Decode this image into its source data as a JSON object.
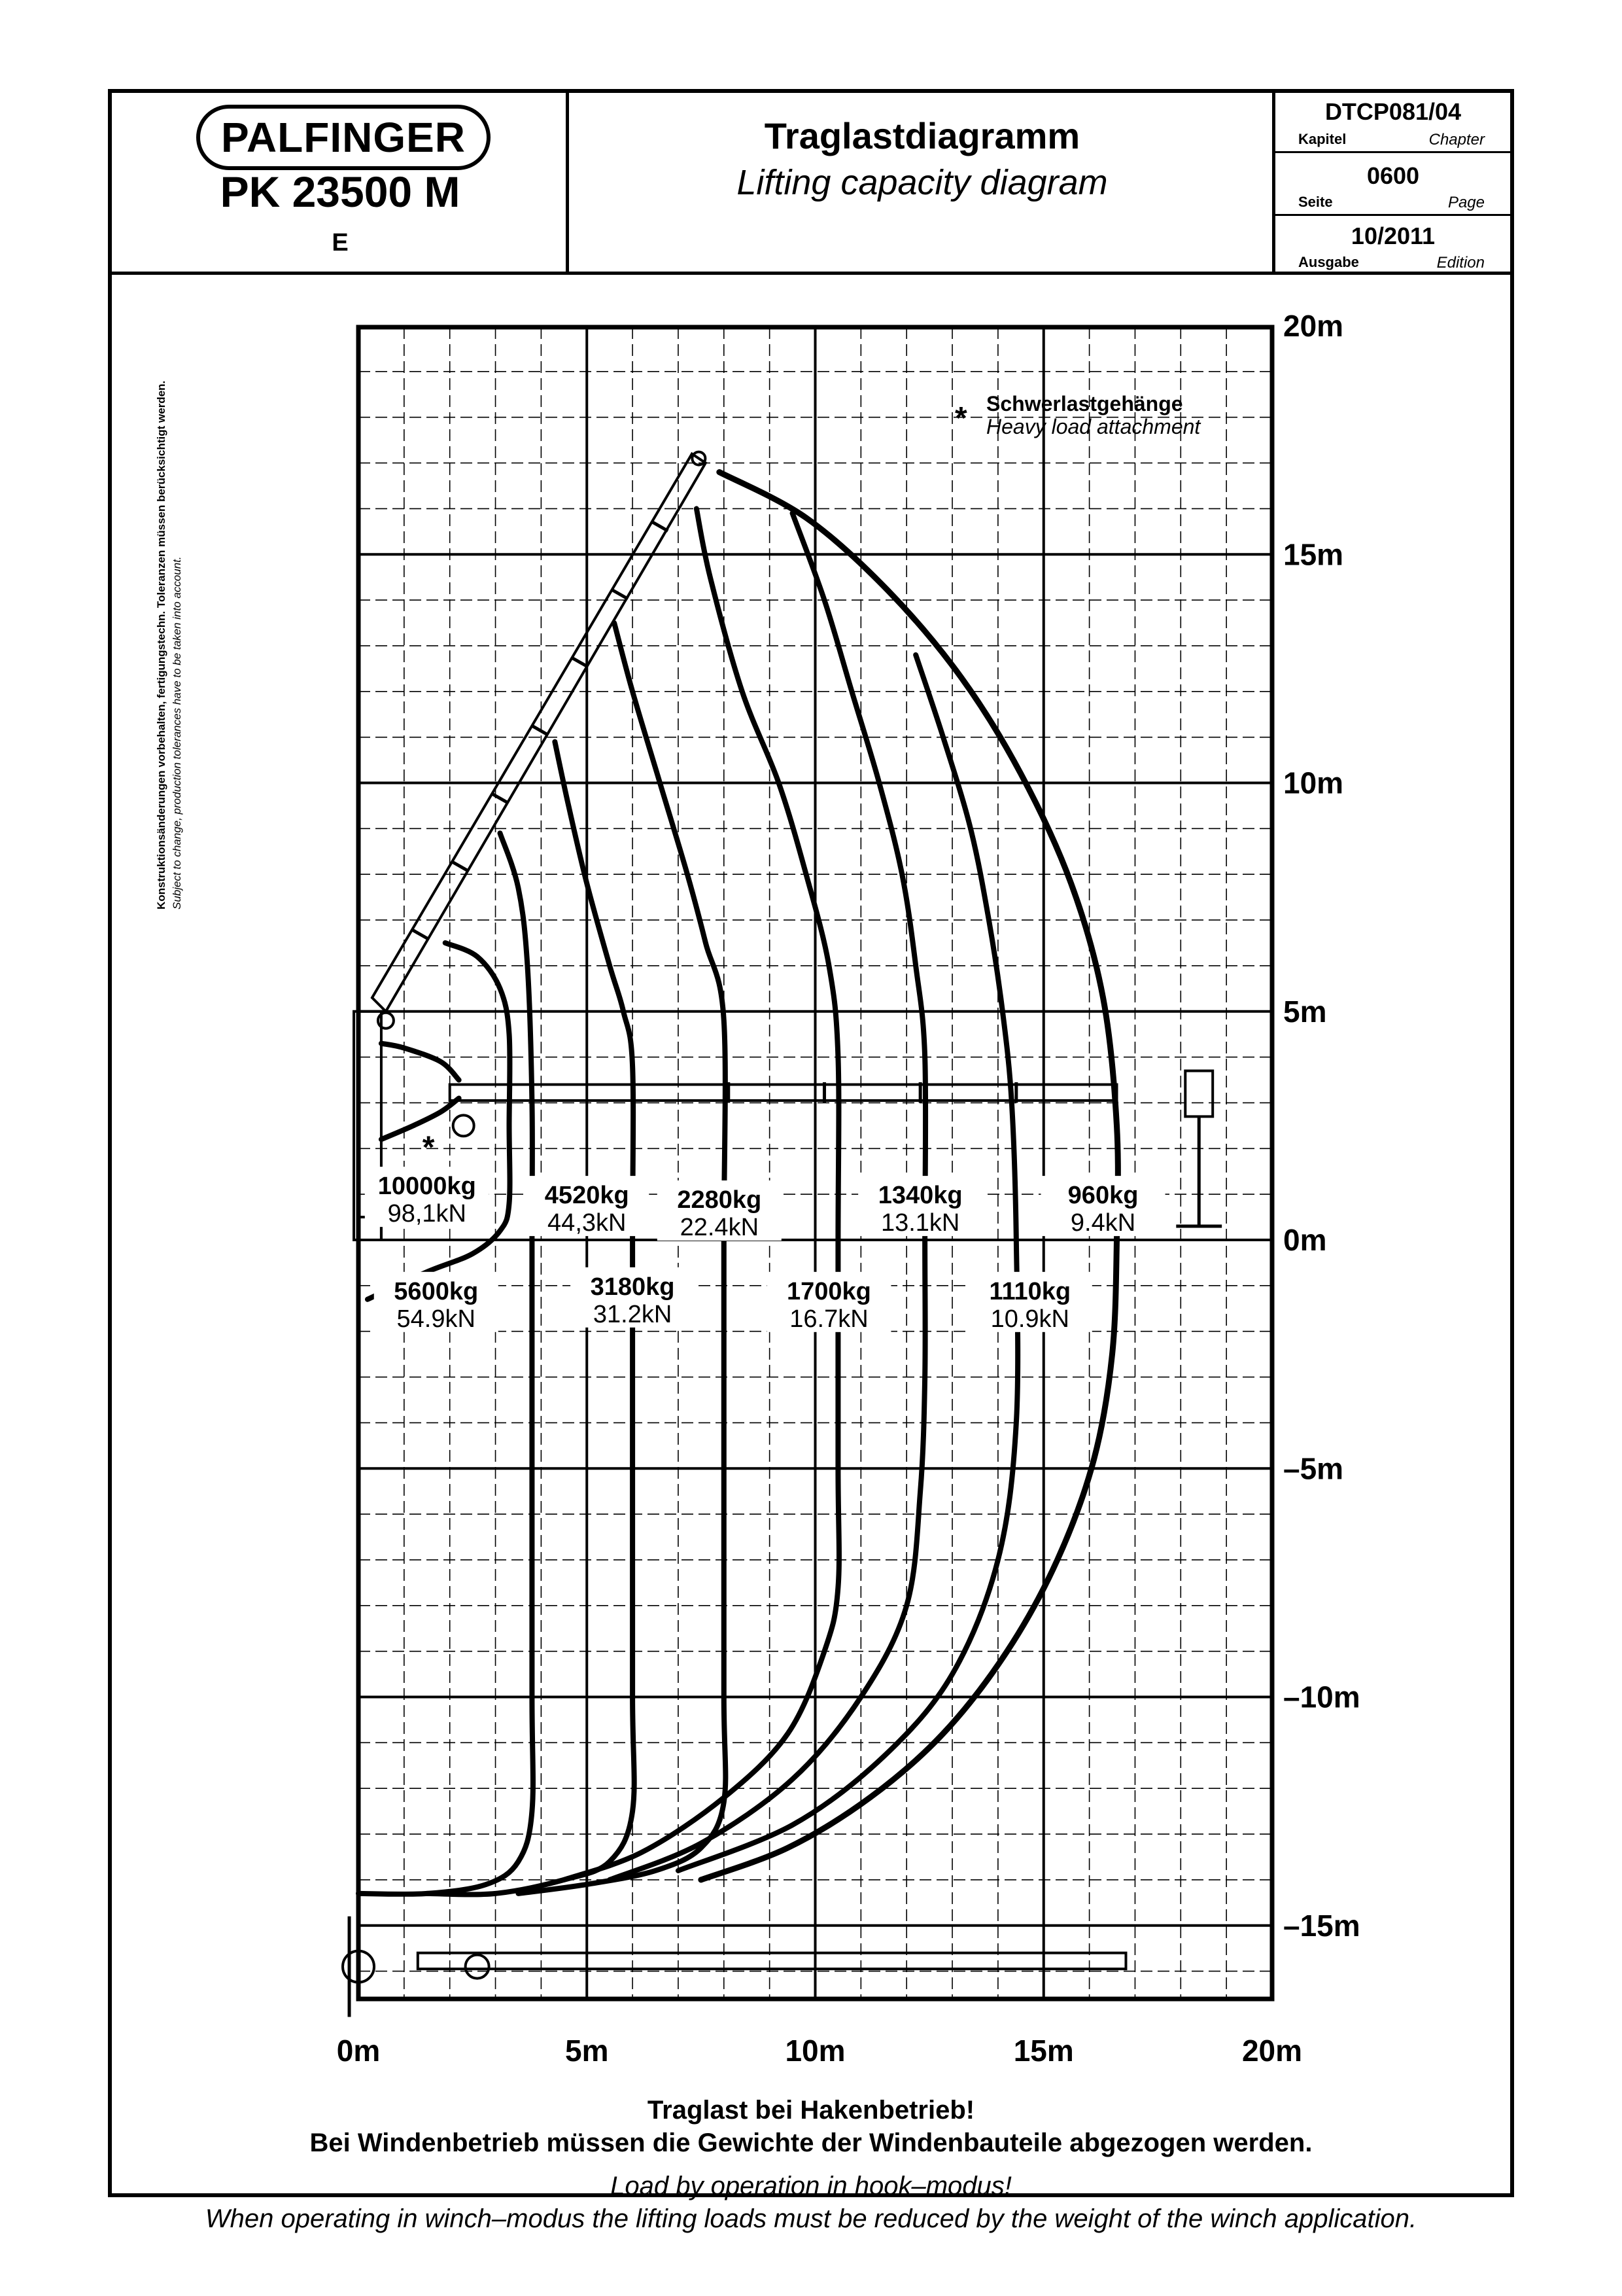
{
  "header": {
    "brand": "PALFINGER",
    "model": "PK 23500 M",
    "variant": "E",
    "title_de": "Traglastdiagramm",
    "title_en": "Lifting capacity diagram",
    "document_code": "DTCP081/04",
    "chapter_de": "Kapitel",
    "chapter_en": "Chapter",
    "page_number": "0600",
    "page_de": "Seite",
    "page_en": "Page",
    "issue": "10/2011",
    "issue_de": "Ausgabe",
    "issue_en": "Edition"
  },
  "side_note": {
    "de": "Konstruktionsänderungen vorbehalten, fertigungstechn. Toleranzen müssen berücksichtigt werden.",
    "en": "Subject to change, production tolerances have to be taken into account."
  },
  "legend": {
    "symbol": "*",
    "de": "Schwerlastgehänge",
    "en": "Heavy load attachment"
  },
  "axes": {
    "x_ticks": [
      "0m",
      "5m",
      "10m",
      "15m",
      "20m"
    ],
    "y_ticks": [
      "20m",
      "15m",
      "10m",
      "5m",
      "0m",
      "–5m",
      "–10m",
      "–15m"
    ],
    "x_range_m": [
      0,
      20
    ],
    "y_range_m": [
      -16.5,
      20
    ]
  },
  "load_labels": [
    {
      "kg": "10000kg",
      "kn": "98,1kN",
      "x": 1.5,
      "y": 1.0
    },
    {
      "kg": "4520kg",
      "kn": "44,3kN",
      "x": 5.0,
      "y": 0.8
    },
    {
      "kg": "2280kg",
      "kn": "22.4kN",
      "x": 7.9,
      "y": 0.7
    },
    {
      "kg": "1340kg",
      "kn": "13.1kN",
      "x": 12.3,
      "y": 0.8
    },
    {
      "kg": "960kg",
      "kn": "9.4kN",
      "x": 16.3,
      "y": 0.8
    },
    {
      "kg": "5600kg",
      "kn": "54.9kN",
      "x": 1.7,
      "y": -1.3
    },
    {
      "kg": "3180kg",
      "kn": "31.2kN",
      "x": 6.0,
      "y": -1.2
    },
    {
      "kg": "1700kg",
      "kn": "16.7kN",
      "x": 10.3,
      "y": -1.3
    },
    {
      "kg": "1110kg",
      "kn": "10.9kN",
      "x": 14.7,
      "y": -1.3
    }
  ],
  "heavy_marker_label": "*",
  "curves": [
    {
      "name": "10000kg",
      "points": [
        [
          0.5,
          4.3
        ],
        [
          1.0,
          4.2
        ],
        [
          1.8,
          3.9
        ],
        [
          2.2,
          3.5
        ]
      ]
    },
    {
      "name": "10000kg-low",
      "points": [
        [
          0.5,
          2.2
        ],
        [
          1.2,
          2.5
        ],
        [
          1.8,
          2.8
        ],
        [
          2.2,
          3.1
        ]
      ]
    },
    {
      "name": "5600kg",
      "points": [
        [
          1.9,
          6.5
        ],
        [
          2.6,
          6.2
        ],
        [
          3.1,
          5.5
        ],
        [
          3.3,
          4.5
        ],
        [
          3.3,
          2.5
        ],
        [
          3.3,
          0.8
        ],
        [
          3.1,
          0.2
        ],
        [
          2.5,
          -0.3
        ],
        [
          1.5,
          -0.7
        ],
        [
          0.2,
          -1.3
        ]
      ]
    },
    {
      "name": "4520kg",
      "points": [
        [
          3.1,
          8.9
        ],
        [
          3.5,
          7.7
        ],
        [
          3.7,
          6.0
        ],
        [
          3.8,
          3.0
        ],
        [
          3.8,
          0.0
        ],
        [
          3.8,
          -5.0
        ],
        [
          3.8,
          -10.0
        ],
        [
          3.8,
          -12.5
        ],
        [
          3.5,
          -13.6
        ],
        [
          2.8,
          -14.1
        ],
        [
          1.5,
          -14.3
        ],
        [
          0.0,
          -14.3
        ]
      ]
    },
    {
      "name": "3180kg",
      "points": [
        [
          4.3,
          10.9
        ],
        [
          4.6,
          9.5
        ],
        [
          5.0,
          7.8
        ],
        [
          5.5,
          6.0
        ],
        [
          5.8,
          5.0
        ],
        [
          6.0,
          3.8
        ],
        [
          6.0,
          0.0
        ],
        [
          6.0,
          -5.0
        ],
        [
          6.0,
          -10.0
        ],
        [
          6.0,
          -12.5
        ],
        [
          5.5,
          -13.6
        ],
        [
          4.5,
          -14.0
        ],
        [
          3.0,
          -14.3
        ],
        [
          1.5,
          -14.3
        ]
      ]
    },
    {
      "name": "2280kg",
      "points": [
        [
          5.6,
          13.5
        ],
        [
          6.0,
          12.0
        ],
        [
          6.6,
          10.0
        ],
        [
          7.2,
          8.0
        ],
        [
          7.6,
          6.5
        ],
        [
          8.0,
          4.8
        ],
        [
          8.0,
          0.0
        ],
        [
          8.0,
          -5.0
        ],
        [
          8.0,
          -10.0
        ],
        [
          8.0,
          -12.3
        ],
        [
          7.5,
          -13.3
        ],
        [
          6.5,
          -13.8
        ],
        [
          5.0,
          -14.1
        ],
        [
          3.5,
          -14.3
        ]
      ]
    },
    {
      "name": "1700kg",
      "points": [
        [
          7.4,
          16.0
        ],
        [
          7.7,
          14.5
        ],
        [
          8.4,
          12.0
        ],
        [
          9.2,
          10.0
        ],
        [
          9.8,
          8.0
        ],
        [
          10.3,
          6.0
        ],
        [
          10.5,
          4.0
        ],
        [
          10.5,
          0.0
        ],
        [
          10.5,
          -5.0
        ],
        [
          10.5,
          -7.6
        ],
        [
          10.2,
          -9.0
        ],
        [
          9.4,
          -10.8
        ],
        [
          8.0,
          -12.2
        ],
        [
          6.2,
          -13.4
        ],
        [
          4.5,
          -14.0
        ]
      ]
    },
    {
      "name": "1340kg",
      "points": [
        [
          9.5,
          15.9
        ],
        [
          10.2,
          14.0
        ],
        [
          10.8,
          12.0
        ],
        [
          11.4,
          10.0
        ],
        [
          11.9,
          8.0
        ],
        [
          12.2,
          6.0
        ],
        [
          12.4,
          4.0
        ],
        [
          12.4,
          0.0
        ],
        [
          12.4,
          -3.0
        ],
        [
          12.3,
          -5.5
        ],
        [
          12.0,
          -8.0
        ],
        [
          11.0,
          -10.0
        ],
        [
          9.5,
          -11.8
        ],
        [
          7.5,
          -13.2
        ],
        [
          5.5,
          -14.0
        ]
      ]
    },
    {
      "name": "1110kg",
      "points": [
        [
          12.2,
          12.8
        ],
        [
          12.8,
          11.0
        ],
        [
          13.4,
          9.0
        ],
        [
          13.8,
          7.0
        ],
        [
          14.1,
          5.0
        ],
        [
          14.3,
          3.0
        ],
        [
          14.4,
          0.0
        ],
        [
          14.4,
          -4.0
        ],
        [
          14.0,
          -7.0
        ],
        [
          13.0,
          -9.5
        ],
        [
          11.5,
          -11.3
        ],
        [
          9.5,
          -12.8
        ],
        [
          7.0,
          -13.8
        ]
      ]
    },
    {
      "name": "envelope",
      "points": [
        [
          7.9,
          16.8
        ],
        [
          9.8,
          15.8
        ],
        [
          11.6,
          14.2
        ],
        [
          13.2,
          12.3
        ],
        [
          14.5,
          10.2
        ],
        [
          15.6,
          7.8
        ],
        [
          16.3,
          5.3
        ],
        [
          16.6,
          2.5
        ],
        [
          16.6,
          0.0
        ],
        [
          16.5,
          -2.5
        ],
        [
          16.1,
          -4.8
        ],
        [
          15.3,
          -7.0
        ],
        [
          14.2,
          -9.0
        ],
        [
          12.8,
          -10.8
        ],
        [
          11.2,
          -12.2
        ],
        [
          9.4,
          -13.3
        ],
        [
          7.5,
          -14.0
        ]
      ]
    }
  ],
  "footer": {
    "de_line1": "Traglast bei Hakenbetrieb!",
    "de_line2": "Bei Windenbetrieb müssen die Gewichte der Windenbauteile abgezogen werden.",
    "en_line1": "Load by operation in hook–modus!",
    "en_line2": "When operating in winch–modus the lifting loads must be reduced by the weight of the winch application."
  }
}
